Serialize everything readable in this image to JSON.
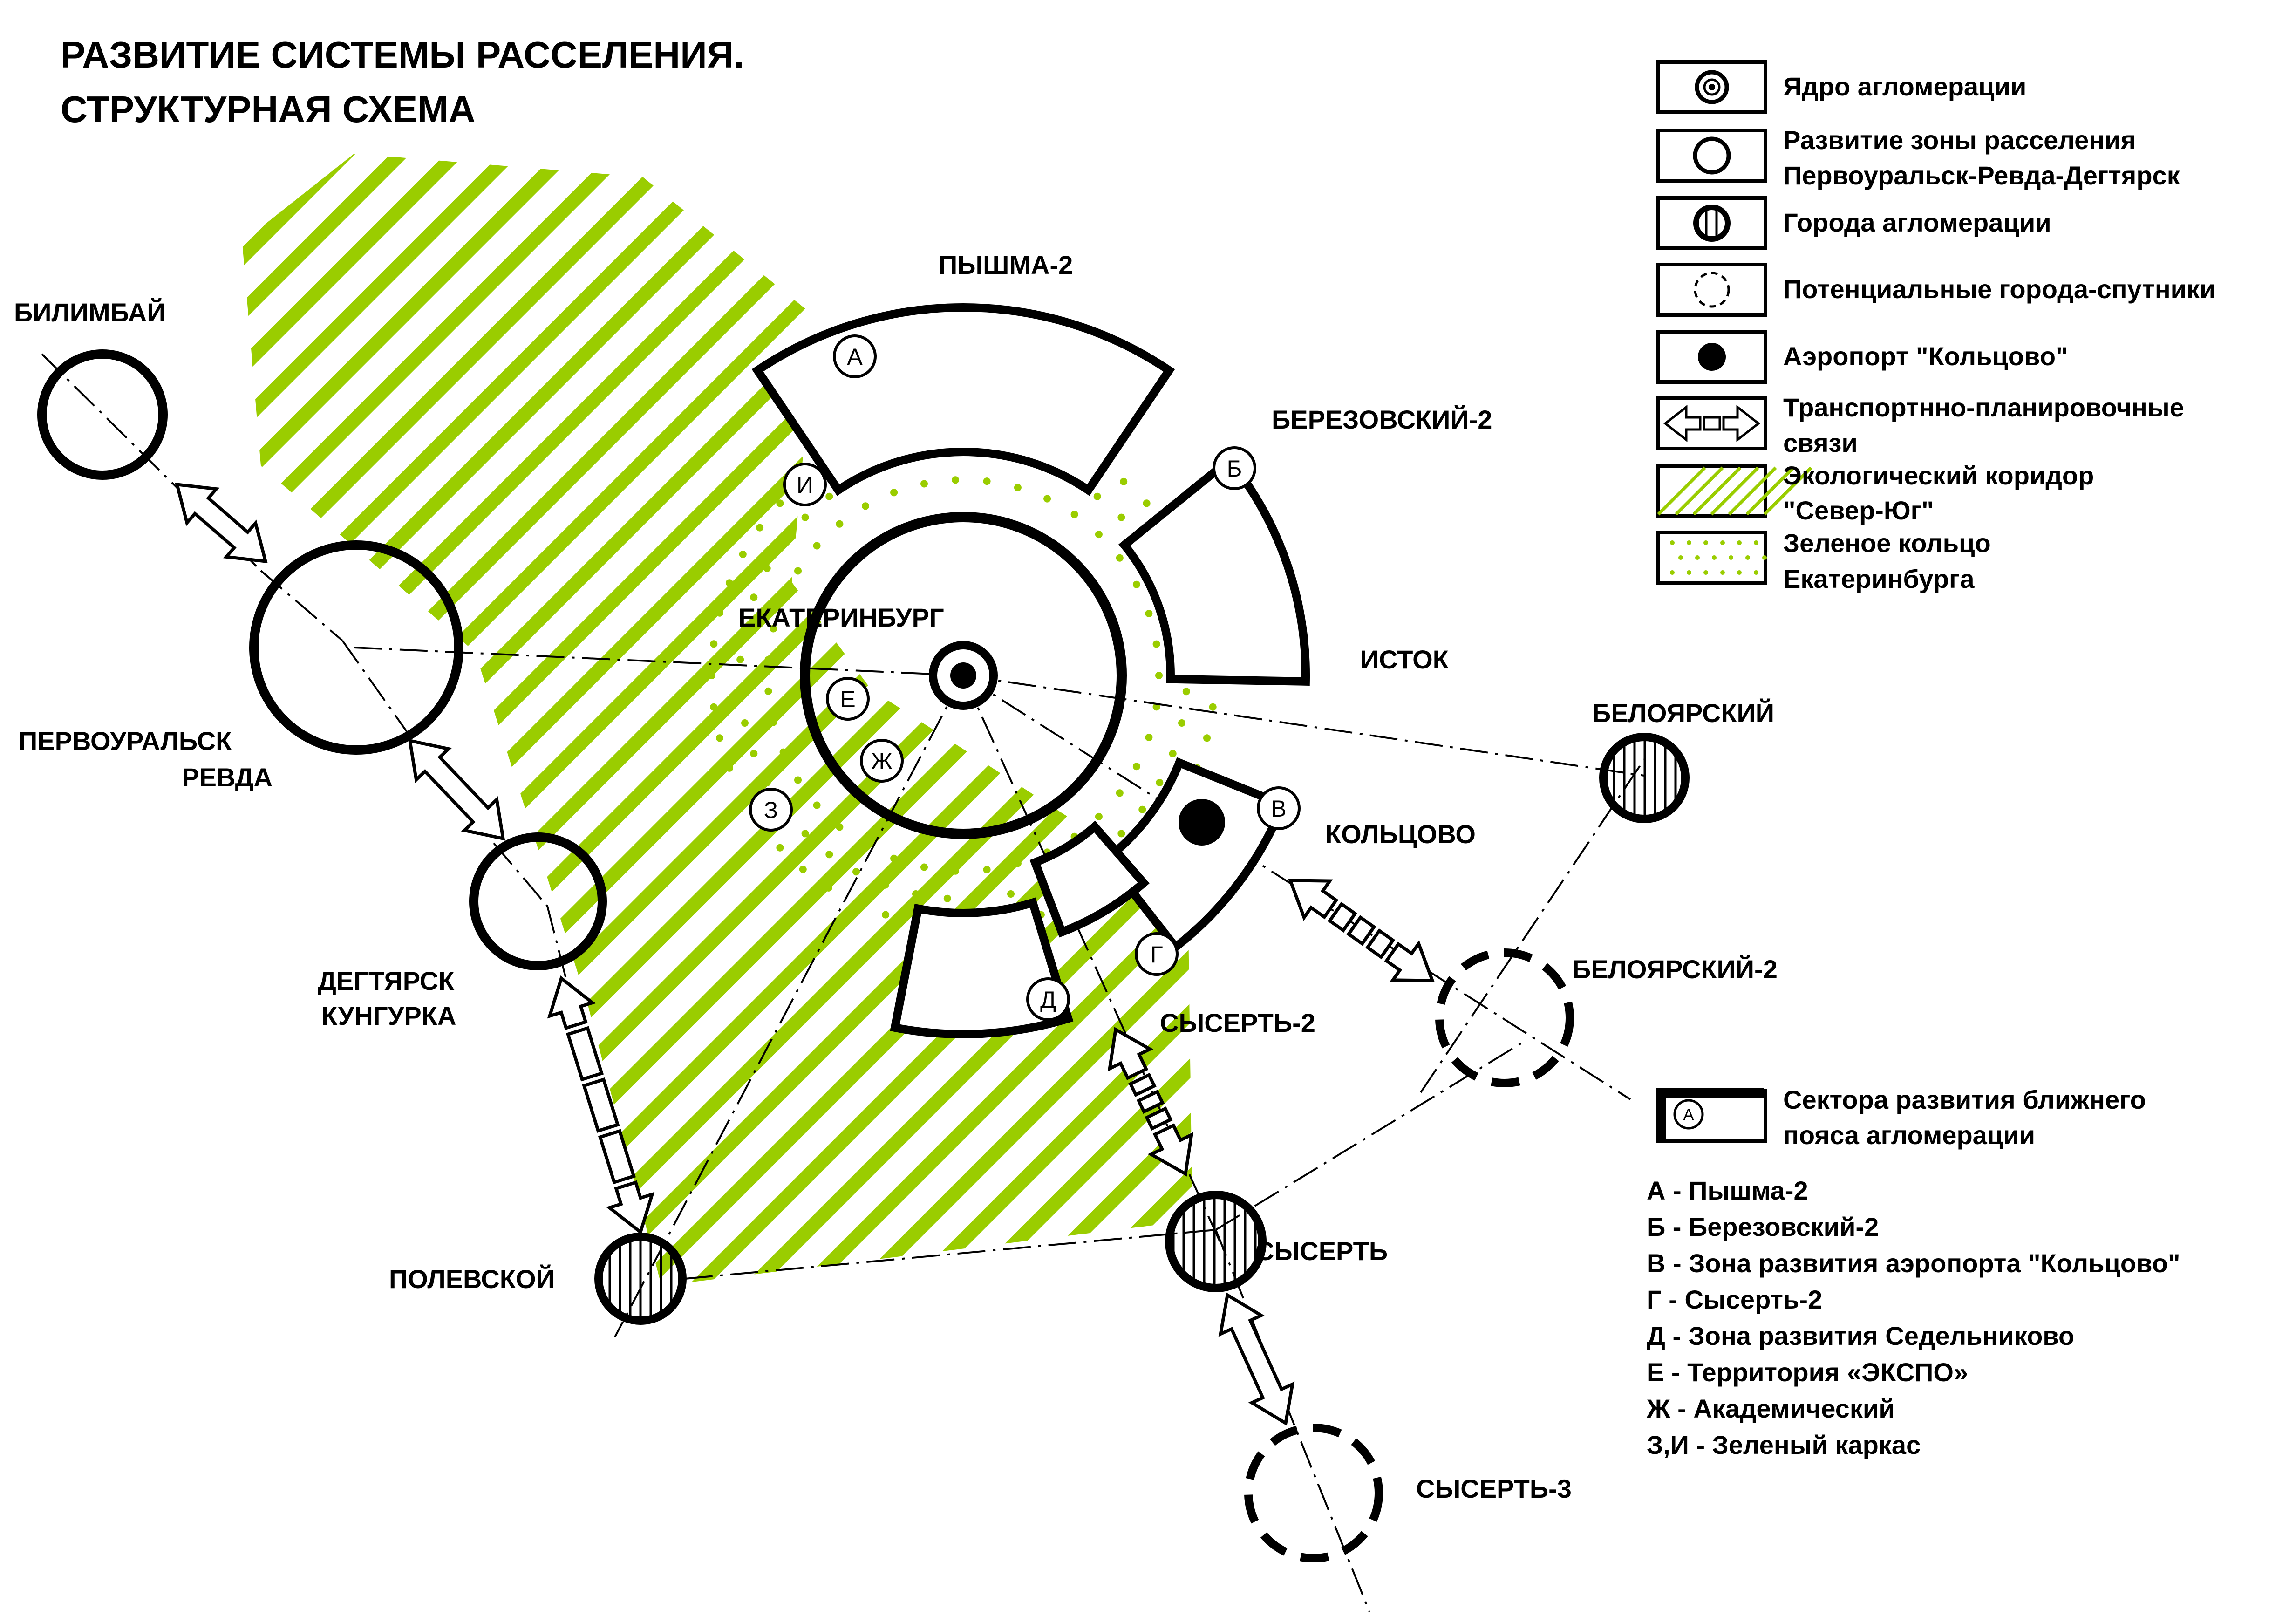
{
  "title": {
    "line1": "РАЗВИТИЕ СИСТЕМЫ РАССЕЛЕНИЯ.",
    "line2": "СТРУКТУРНАЯ СХЕМА"
  },
  "colors": {
    "green": "#9acd00",
    "black": "#000000",
    "background": "#ffffff"
  },
  "cities": {
    "bilimbay": "БИЛИМБАЙ",
    "pervouralsk_1": "ПЕРВОУРАЛЬСК",
    "pervouralsk_2": "РЕВДА",
    "degtyarsk_1": "ДЕГТЯРСК",
    "degtyarsk_2": "КУНГУРКА",
    "polevskoy": "ПОЛЕВСКОЙ",
    "ekaterinburg": "ЕКАТЕРИНБУРГ",
    "pyshma2": "ПЫШМА-2",
    "berezovsky2": "БЕРЕЗОВСКИЙ-2",
    "istok": "ИСТОК",
    "koltsovo": "КОЛЬЦОВО",
    "beloyarsky": "БЕЛОЯРСКИЙ",
    "beloyarsky2": "БЕЛОЯРСКИЙ-2",
    "sysert": "СЫСЕРТЬ",
    "sysert2": "СЫСЕРТЬ-2",
    "sysert3": "СЫСЕРТЬ-3"
  },
  "sector_letters": {
    "a": "А",
    "b": "Б",
    "v": "В",
    "g": "Г",
    "d": "Д",
    "e": "Е",
    "zh": "Ж",
    "z": "З",
    "i": "И"
  },
  "legend": {
    "core": "Ядро агломерации",
    "zone_1": "Развитие зоны расселения",
    "zone_2": "Первоуральск-Ревда-Дегтярск",
    "towns": "Города агломерации",
    "satellites": "Потенциальные города-спутники",
    "airport": "Аэропорт \"Кольцово\"",
    "transport_1": "Транспортнно-планировочные",
    "transport_2": "связи",
    "corridor_1": "Экологический коридор",
    "corridor_2": "\"Север-Юг\"",
    "green_ring_1": "Зеленое кольцо",
    "green_ring_2": "Екатеринбурга",
    "sectors_1": "Сектора развития ближнего",
    "sectors_2": "пояса агломерации",
    "sector_sample_letter": "А"
  },
  "sector_list": [
    "А - Пышма-2",
    "Б - Березовский-2",
    "В - Зона развития аэропорта \"Кольцово\"",
    "Г - Сысерть-2",
    "Д - Зона развития Седельниково",
    "Е - Территория «ЭКСПО»",
    "Ж - Академический",
    "З,И - Зеленый каркас"
  ],
  "icons": {
    "core": "double-ring-dot-icon",
    "zone": "open-circle-icon",
    "town": "hatched-circle-icon",
    "satellite": "dashed-circle-icon",
    "airport": "filled-dot-icon",
    "transport": "double-arrow-icon",
    "corridor": "diagonal-hatch-icon",
    "green_ring": "dotted-fill-icon",
    "sector": "sector-box-icon"
  }
}
